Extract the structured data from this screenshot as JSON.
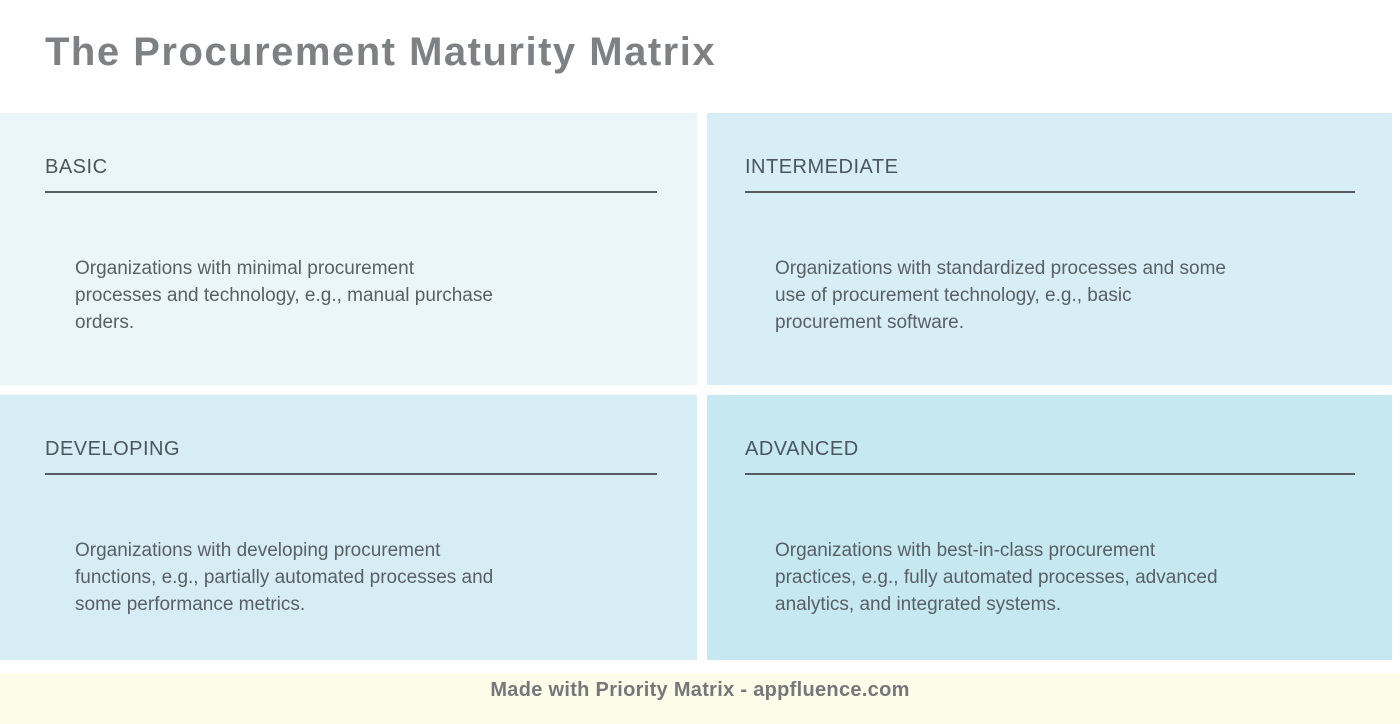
{
  "page": {
    "title": "The Procurement Maturity Matrix",
    "footer_credit": "Made with Priority Matrix - appfluence.com"
  },
  "quadrants": [
    {
      "id": "basic",
      "label": "BASIC",
      "description": "Organizations with minimal procurement processes and technology, e.g., manual purchase orders."
    },
    {
      "id": "intermediate",
      "label": "INTERMEDIATE",
      "description": "Organizations with standardized processes and some use of procurement technology, e.g., basic procurement software."
    },
    {
      "id": "developing",
      "label": "DEVELOPING",
      "description": "Organizations with developing procurement functions, e.g., partially automated processes and some performance metrics."
    },
    {
      "id": "advanced",
      "label": "ADVANCED",
      "description": "Organizations with best-in-class procurement practices, e.g., fully automated processes, advanced analytics, and integrated systems."
    }
  ],
  "colors": {
    "title_text": "#7e8184",
    "quadrant_header_text": "#4c555d",
    "quadrant_body_text": "#595f64",
    "header_underline": "#565b5f",
    "basic_bg": "#ebf6f9",
    "intermediate_bg": "#d8eef6",
    "developing_bg": "#d7edf5",
    "advanced_bg": "#c5e8f1",
    "footer_bg": "#fcfce9",
    "footer_text": "#75777a"
  }
}
